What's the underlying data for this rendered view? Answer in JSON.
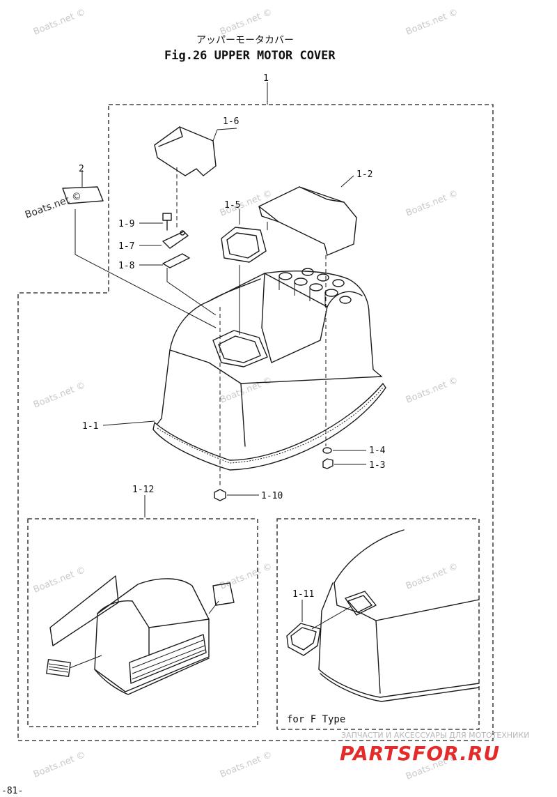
{
  "title": {
    "japanese": "アッパーモータカバー",
    "english": "Fig.26  UPPER MOTOR COVER"
  },
  "parts": [
    {
      "label": "1"
    },
    {
      "label": "1-6"
    },
    {
      "label": "2"
    },
    {
      "label": "1-2"
    },
    {
      "label": "1-5"
    },
    {
      "label": "1-9"
    },
    {
      "label": "1-7"
    },
    {
      "label": "1-8"
    },
    {
      "label": "1-1"
    },
    {
      "label": "1-4"
    },
    {
      "label": "1-3"
    },
    {
      "label": "1-10"
    },
    {
      "label": "1-12"
    },
    {
      "label": "1-11"
    }
  ],
  "subfigure_note": "for F Type",
  "page_number": "-81-",
  "watermark": "Boats.net ©",
  "brand": {
    "tagline": "ЗАПЧАСТИ И АКСЕССУАРЫ ДЛЯ МОТОТЕХНИКИ",
    "logo_text": "PARTSFOR.RU",
    "color": "#e32b2b"
  }
}
